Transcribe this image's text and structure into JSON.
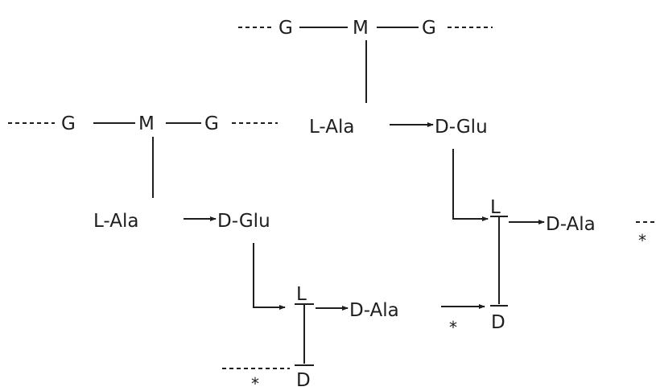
{
  "upper_strand": {
    "glycan": {
      "g_left": "G",
      "m": "M",
      "g_right": "G"
    },
    "peptide": {
      "l_ala": "L-Ala",
      "d_glu": "D-Glu",
      "l": "L",
      "d_ala": "D-Ala",
      "d": "D",
      "star": "*"
    }
  },
  "lower_strand": {
    "glycan": {
      "g_left": "G",
      "m": "M",
      "g_right": "G"
    },
    "peptide": {
      "l_ala": "L-Ala",
      "d_glu": "D-Glu",
      "l": "L",
      "d_ala": "D-Ala",
      "d": "D",
      "star": "*"
    }
  },
  "crosslink_star": "*"
}
